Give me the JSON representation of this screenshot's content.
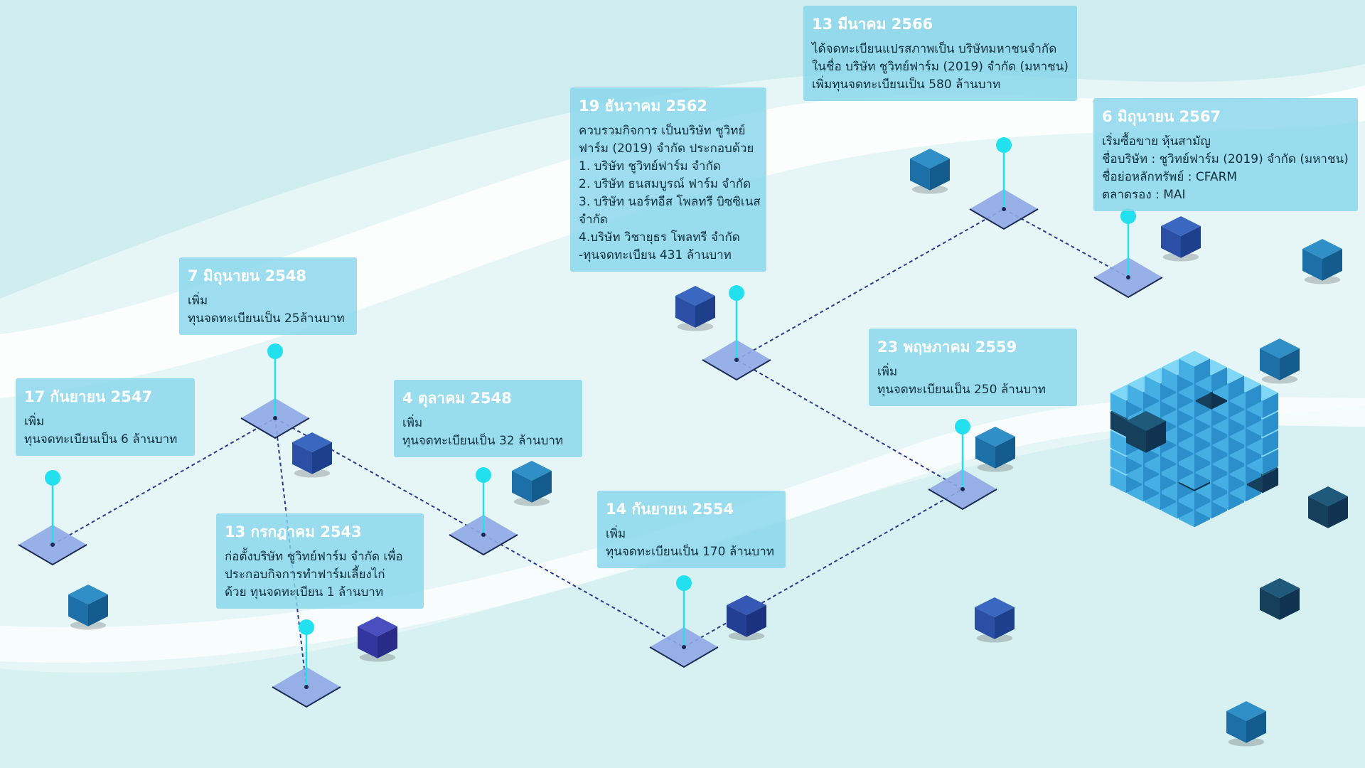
{
  "colors": {
    "background": "#e6f6f7",
    "wave": "#cfecef",
    "card": "#87d6ec",
    "card_date_text": "#ffffff",
    "card_body_text": "#0d2f3f",
    "pin": "#22e0ee",
    "platform": "#8fa8e6",
    "dashed_path": "#2b3b8c",
    "cube_light": "#4fc3ef",
    "cube_dark": "#1b4e8f"
  },
  "milestones": [
    {
      "id": "2543",
      "date": "13 กรกฎาคม 2543",
      "lines": [
        "ก่อตั้งบริษัท ชูวิทย์ฟาร์ม จำกัด เพื่อ",
        "ประกอบกิจการทำฟาร์มเลี้ยงไก่",
        "ด้วย ทุนจดทะเบียน 1 ล้านบาท"
      ]
    },
    {
      "id": "2547",
      "date": "17 กันยายน 2547",
      "lines": [
        "เพิ่ม",
        "ทุนจดทะเบียนเป็น 6 ล้านบาท"
      ]
    },
    {
      "id": "2548a",
      "date": "7 มิถุนายน 2548",
      "lines": [
        "เพิ่ม",
        "ทุนจดทะเบียนเป็น 25ล้านบาท"
      ]
    },
    {
      "id": "2548b",
      "date": "4 ตุลาคม 2548",
      "lines": [
        "เพิ่ม",
        "ทุนจดทะเบียนเป็น 32 ล้านบาท"
      ]
    },
    {
      "id": "2554",
      "date": "14 กันยายน 2554",
      "lines": [
        "เพิ่ม",
        "ทุนจดทะเบียนเป็น 170 ล้านบาท"
      ]
    },
    {
      "id": "2559",
      "date": "23 พฤษภาคม 2559",
      "lines": [
        "เพิ่ม",
        "ทุนจดทะเบียนเป็น 250 ล้านบาท"
      ]
    },
    {
      "id": "2562",
      "date": "19 ธันวาคม 2562",
      "lines": [
        "ควบรวมกิจการ เป็นบริษัท ชูวิทย์",
        "ฟาร์ม (2019) จำกัด ประกอบด้วย",
        "1. บริษัท ชูวิทย์ฟาร์ม จำกัด",
        "2. บริษัท ธนสมบูรณ์ ฟาร์ม จำกัด",
        "3. บริษัท นอร์ทอีส โพลทรี บิซซิเนส",
        "จำกัด",
        "4.บริษัท วิชายุธร โพลทรี จำกัด",
        "-ทุนจดทะเบียน 431 ล้านบาท"
      ]
    },
    {
      "id": "2566",
      "date": "13 มีนาคม 2566",
      "lines": [
        "ได้จดทะเบียนแปรสภาพเป็น บริษัทมหาชนจำกัด",
        " ในชื่อ บริษัท ชูวิทย์ฟาร์ม (2019) จำกัด (มหาชน)",
        "เพิ่มทุนจดทะเบียนเป็น 580 ล้านบาท"
      ]
    },
    {
      "id": "2567",
      "date": "6 มิถุนายน 2567",
      "lines": [
        "เริ่มซื้อขาย หุ้นสามัญ",
        "ชื่อบริษัท  : ชูวิทย์ฟาร์ม (2019) จำกัด (มหาชน)",
        "ชื่อย่อหลักทรัพย์ : CFARM",
        "ตลาดรอง : MAI"
      ]
    }
  ],
  "path_order": [
    "2547",
    "2548a",
    "2548b",
    "2554",
    "2559",
    "2562",
    "2566",
    "2567"
  ],
  "branch": [
    "2548a",
    "2543"
  ]
}
